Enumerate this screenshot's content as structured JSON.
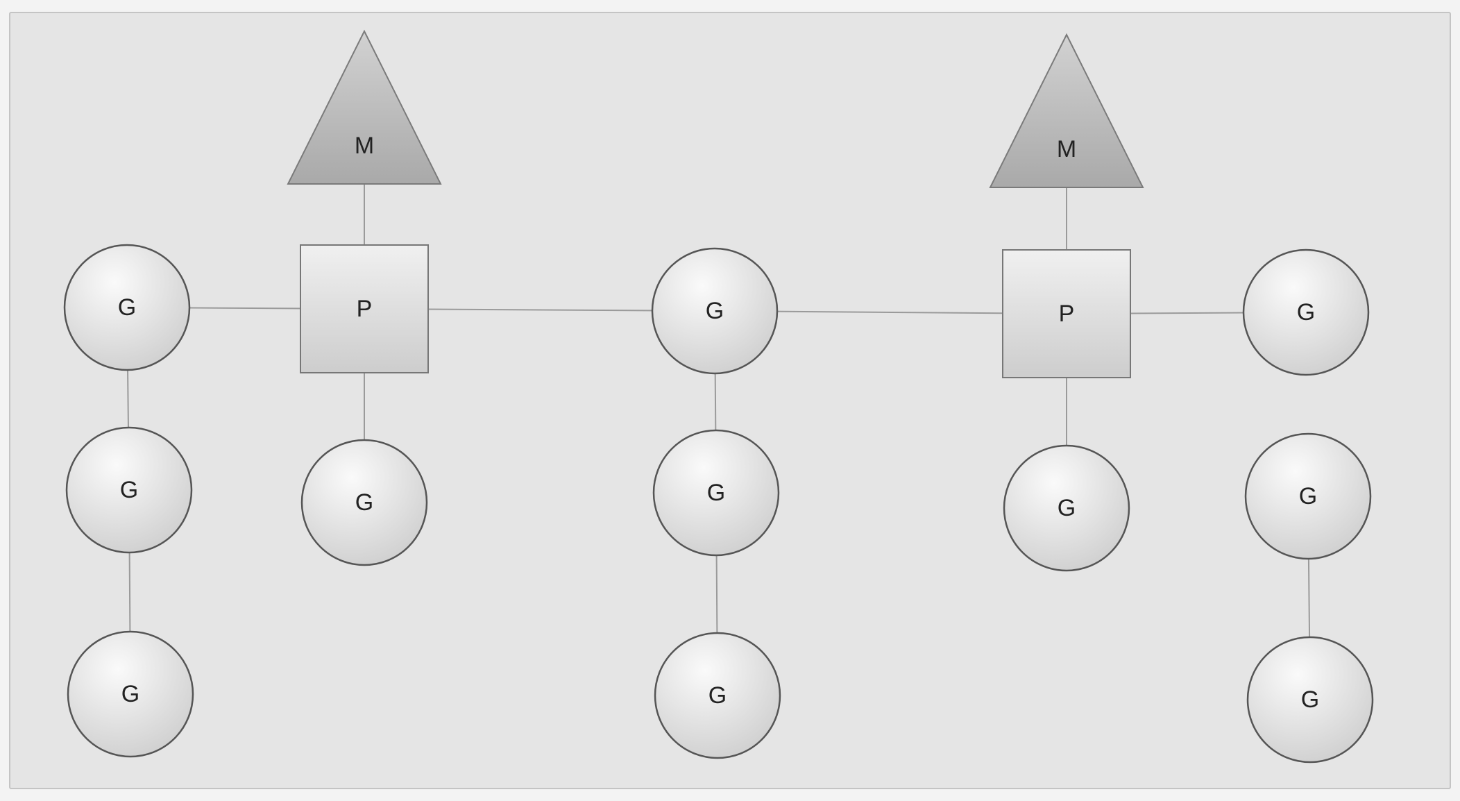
{
  "colors": {
    "background": "#f3f3f3",
    "panel": "#e5e5e5",
    "edge": "#9a9a9a",
    "node_outline": "#555555",
    "node_fill_light": "#fafafa",
    "node_fill_dark": "#cfcfcf",
    "triangle_fill": "#b8b8b8"
  },
  "nodes": [
    {
      "id": "m1",
      "kind": "triangle",
      "label": "M"
    },
    {
      "id": "p1",
      "kind": "square",
      "label": "P"
    },
    {
      "id": "g1",
      "kind": "circle",
      "label": "G"
    },
    {
      "id": "g2",
      "kind": "circle",
      "label": "G"
    },
    {
      "id": "g3",
      "kind": "circle",
      "label": "G"
    },
    {
      "id": "g4",
      "kind": "circle",
      "label": "G"
    },
    {
      "id": "g5",
      "kind": "circle",
      "label": "G"
    },
    {
      "id": "g6",
      "kind": "circle",
      "label": "G"
    },
    {
      "id": "g7",
      "kind": "circle",
      "label": "G"
    },
    {
      "id": "m2",
      "kind": "triangle",
      "label": "M"
    },
    {
      "id": "p2",
      "kind": "square",
      "label": "P"
    },
    {
      "id": "g8",
      "kind": "circle",
      "label": "G"
    },
    {
      "id": "g9",
      "kind": "circle",
      "label": "G"
    },
    {
      "id": "g10",
      "kind": "circle",
      "label": "G"
    },
    {
      "id": "g11",
      "kind": "circle",
      "label": "G"
    }
  ],
  "edges": [
    [
      "m1",
      "p1"
    ],
    [
      "p1",
      "g1"
    ],
    [
      "g1",
      "g2"
    ],
    [
      "g2",
      "g3"
    ],
    [
      "p1",
      "g4"
    ],
    [
      "p1",
      "g5"
    ],
    [
      "g5",
      "g6"
    ],
    [
      "g6",
      "g7"
    ],
    [
      "g5",
      "p2"
    ],
    [
      "m2",
      "p2"
    ],
    [
      "p2",
      "g8"
    ],
    [
      "p2",
      "g9"
    ],
    [
      "g10",
      "g11"
    ]
  ]
}
